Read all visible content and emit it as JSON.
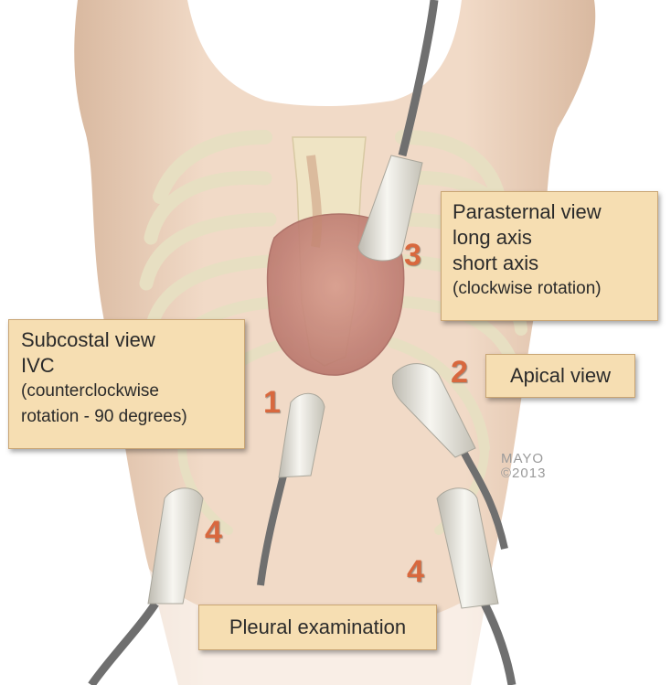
{
  "boxes": {
    "parasternal": {
      "line1": "Parasternal view",
      "line2": "long axis",
      "line3": "short axis",
      "line4": "(clockwise rotation)"
    },
    "subcostal": {
      "line1": "Subcostal view",
      "line2": "IVC",
      "line3": "(counterclockwise",
      "line4": "rotation - 90 degrees)"
    },
    "apical": {
      "label": "Apical view"
    },
    "pleural": {
      "label": "Pleural examination"
    }
  },
  "numbers": {
    "parasternal": "3",
    "apical": "2",
    "subcostal": "1",
    "pleural_left": "4",
    "pleural_right": "4"
  },
  "watermark": {
    "line1": "MAYO",
    "line2": "©2013"
  },
  "colors": {
    "label_fill": "#f6deb2",
    "number": "#d8683e",
    "skin": "#f0d8c4",
    "rib": "#e9e2c6",
    "probe": "#e8e6de",
    "heart": "#c98a82"
  }
}
